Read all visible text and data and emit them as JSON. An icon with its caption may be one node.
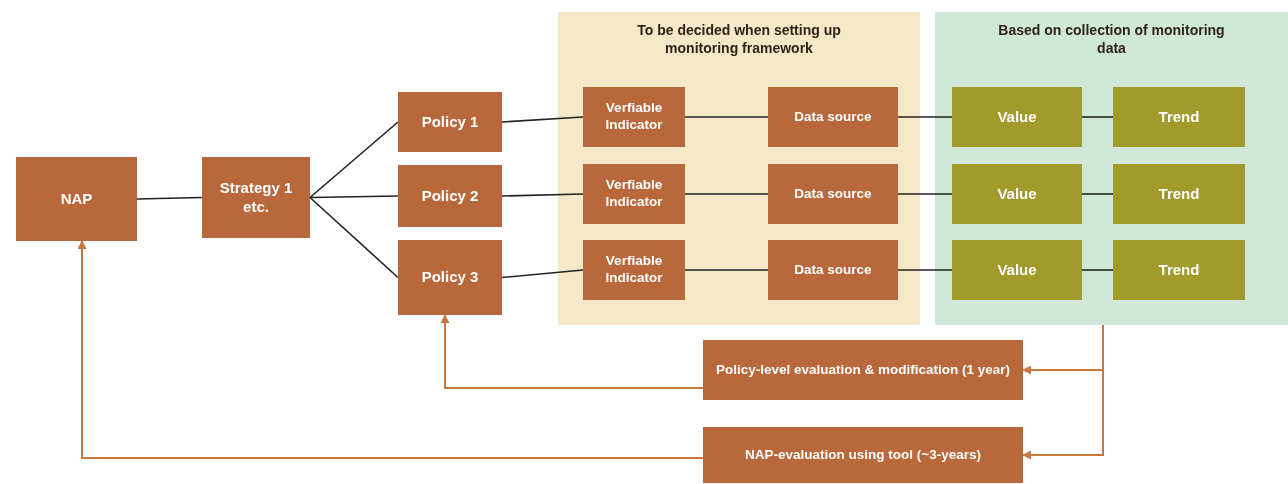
{
  "diagram": {
    "nodes": [
      {
        "text": [
          "To be decided when setting up monitoring framework"
        ]
      },
      {
        "text": [
          "Based on collection of monitoring data"
        ]
      },
      {
        "text": [
          "NAP"
        ]
      },
      {
        "text": [
          "Strategy 1 etc."
        ]
      },
      {
        "text": [
          "Policy 1"
        ]
      },
      {
        "text": [
          "Verfiable Indicator"
        ],
        "in": 0
      },
      {
        "text": [
          "Data source"
        ],
        "in": 0
      },
      {
        "text": [
          "Value"
        ],
        "in": 1
      },
      {
        "text": [
          "Trend"
        ],
        "in": 1
      },
      {
        "text": [
          "Policy 2"
        ]
      },
      {
        "text": [
          "Verfiable Indicator"
        ],
        "in": 0
      },
      {
        "text": [
          "Data source"
        ],
        "in": 0
      },
      {
        "text": [
          "Value"
        ],
        "in": 1
      },
      {
        "text": [
          "Trend"
        ],
        "in": 1
      },
      {
        "text": [
          "Policy 3"
        ]
      },
      {
        "text": [
          "Verfiable Indicator"
        ],
        "in": 0
      },
      {
        "text": [
          "Data source"
        ],
        "in": 0
      },
      {
        "text": [
          "Value"
        ],
        "in": 1
      },
      {
        "text": [
          "Trend"
        ],
        "in": 1
      },
      {
        "text": [
          "Policy-level evaluation & modification (1 year)"
        ]
      },
      {
        "text": [
          "NAP-evaluation using tool (~3-years)"
        ]
      }
    ],
    "edges": [
      {
        "from": 2,
        "to": 3,
        "arrow": "none"
      },
      {
        "from": 3,
        "to": 4,
        "arrow": "none"
      },
      {
        "from": 3,
        "to": 9,
        "arrow": "none"
      },
      {
        "from": 3,
        "to": 14,
        "arrow": "none"
      },
      {
        "from": 4,
        "to": 5,
        "arrow": "none"
      },
      {
        "from": 5,
        "to": 6,
        "arrow": "none"
      },
      {
        "from": 6,
        "to": 7,
        "arrow": "none"
      },
      {
        "from": 7,
        "to": 8,
        "arrow": "none"
      },
      {
        "from": 9,
        "to": 10,
        "arrow": "none"
      },
      {
        "from": 10,
        "to": 11,
        "arrow": "none"
      },
      {
        "from": 11,
        "to": 12,
        "arrow": "none"
      },
      {
        "from": 12,
        "to": 13,
        "arrow": "none"
      },
      {
        "from": 14,
        "to": 15,
        "arrow": "none"
      },
      {
        "from": 15,
        "to": 16,
        "arrow": "none"
      },
      {
        "from": 16,
        "to": 17,
        "arrow": "none"
      },
      {
        "from": 17,
        "to": 18,
        "arrow": "none"
      },
      {
        "from": 1,
        "to": 19,
        "arrow": "to",
        "color": "#c8773e"
      },
      {
        "from": 1,
        "to": 20,
        "arrow": "to",
        "color": "#c8773e"
      },
      {
        "from": 19,
        "to": 14,
        "arrow": "to",
        "color": "#c8773e"
      },
      {
        "from": 20,
        "to": 2,
        "arrow": "to",
        "color": "#c8773e"
      }
    ]
  }
}
